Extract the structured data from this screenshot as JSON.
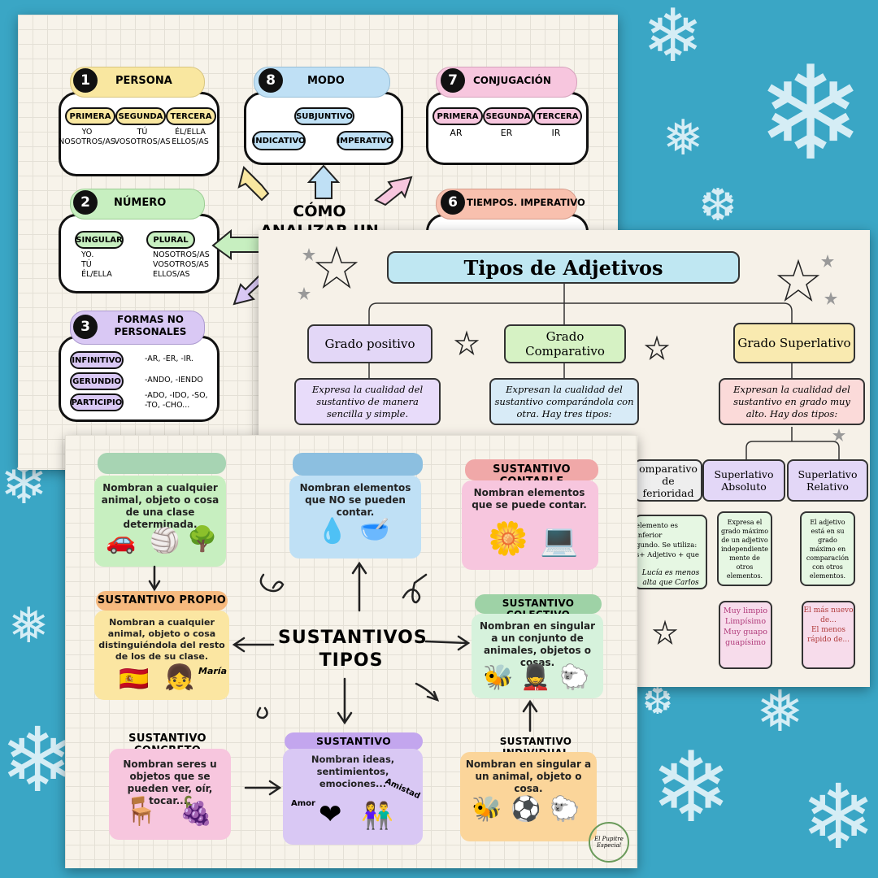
{
  "verb_map": {
    "center_title": "CÓMO ANALIZAR UN",
    "persona": {
      "num": "1",
      "title": "PERSONA",
      "tags": [
        "PRIMERA",
        "SEGUNDA",
        "TERCERA"
      ],
      "values": [
        "YO\nNOSOTROS/AS",
        "TÚ\nVOSOTROS/AS",
        "ÉL/ELLA\nELLOS/AS"
      ]
    },
    "modo": {
      "num": "8",
      "title": "MODO",
      "tags": [
        "SUBJUNTIVO",
        "INDICATIVO",
        "IMPERATIVO"
      ]
    },
    "conjugacion": {
      "num": "7",
      "title": "CONJUGACIÓN",
      "tags": [
        "PRIMERA",
        "SEGUNDA",
        "TERCERA"
      ],
      "values": [
        "AR",
        "ER",
        "IR"
      ]
    },
    "numero": {
      "num": "2",
      "title": "NÚMERO",
      "tags": [
        "SINGULAR",
        "PLURAL"
      ],
      "singular": [
        "YO.",
        "TÚ",
        "ÉL/ELLA"
      ],
      "plural": [
        "NOSOTROS/AS",
        "VOSOTROS/AS",
        "ELLOS/AS"
      ]
    },
    "tiempos": {
      "num": "6",
      "title": "TIEMPOS. IMPERATIVO"
    },
    "formas": {
      "num": "3",
      "title": "FORMAS NO PERSONALES",
      "rows": [
        {
          "tag": "INFINITIVO",
          "value": "-AR, -ER, -IR."
        },
        {
          "tag": "GERUNDIO",
          "value": "-ANDO, -IENDO"
        },
        {
          "tag": "PARTICIPIO",
          "value": "-ADO, -IDO, -SO, -TO, -CHO..."
        }
      ]
    }
  },
  "adjetivos": {
    "title": "Tipos de Adjetivos",
    "positivo": {
      "title": "Grado positivo",
      "desc": "Expresa la cualidad del sustantivo de manera sencilla y simple."
    },
    "comparativo": {
      "title": "Grado Comparativo",
      "desc": "Expresan la cualidad del sustantivo comparándola con otra. Hay tres tipos:"
    },
    "superlativo": {
      "title": "Grado Superlativo",
      "desc": "Expresan la cualidad del sustantivo en grado muy alto. Hay dos tipos:"
    },
    "inferioridad": {
      "title": "omparativo de\nferioridad",
      "desc": "elemento es inferior\ngundo. Se utiliza:\ns+ Adjetivo + que",
      "example": "Lucía es menos\nalta que Carlos"
    },
    "absoluto": {
      "title": "Superlativo\nAbsoluto",
      "desc": "Expresa el grado máximo de un adjetivo independiente mente de otros elementos.",
      "example": "Muy limpio\nLimpísimo\nMuy guapo\nguapísimo"
    },
    "relativo": {
      "title": "Superlativo\nRelativo",
      "desc": "El adjetivo está en su grado máximo en comparación con otros elementos.",
      "example": "El más nuevo\nde...\nEl menos\nrápido de..."
    }
  },
  "sustantivos": {
    "center_title": "SUSTANTIVOS\nTIPOS",
    "comun": {
      "title": "",
      "text": "Nombran a cualquier animal, objeto o cosa de una clase determinada."
    },
    "incontable": {
      "title": "",
      "text": "Nombran elementos que NO se pueden contar."
    },
    "contable": {
      "title": "SUSTANTIVO CONTABLE",
      "text": "Nombran elementos que se puede contar."
    },
    "propio": {
      "title": "SUSTANTIVO PROPIO",
      "text": "Nombran a cualquier animal, objeto o cosa distinguiéndola del resto de los de su clase.",
      "label": "María"
    },
    "colectivo": {
      "title": "SUSTANTIVO COLECTIVO",
      "text": "Nombran en singular a un conjunto de animales, objetos o cosas."
    },
    "concreto": {
      "title": "SUSTANTIVO CONCRETO",
      "text": "Nombran seres u objetos que se pueden ver, oír, tocar...."
    },
    "abstracto": {
      "title": "SUSTANTIVO ABSTRACTO",
      "text": "Nombran ideas, sentimientos, emociones...",
      "label1": "Amor",
      "label2": "Amistad"
    },
    "individual": {
      "title": "SUSTANTIVO INDIVIDUAL",
      "text": "Nombran en singular a un animal, objeto o cosa."
    },
    "logo": "El Pupitre Especial"
  },
  "colors": {
    "background": "#3aa6c5",
    "yellow": "#f9e7a0",
    "blue": "#bfe0f5",
    "pink": "#f7c6de",
    "green": "#c7efc0",
    "salmon": "#f8c0ae",
    "purple": "#d9c8f4",
    "orange": "#fbd59a",
    "mint": "#d6f2dc"
  },
  "icons": [
    "car-icon",
    "ball-icon",
    "tree-icon",
    "drops-icon",
    "flour-icon",
    "flower-icon",
    "laptop-icon",
    "flag-icon",
    "girl-icon",
    "beehive-icon",
    "table-icon",
    "fruit-icon",
    "heart-icon",
    "friends-icon",
    "bee-icon",
    "soccer-icon",
    "sheep-icon",
    "snowflake-icon",
    "star-icon"
  ]
}
